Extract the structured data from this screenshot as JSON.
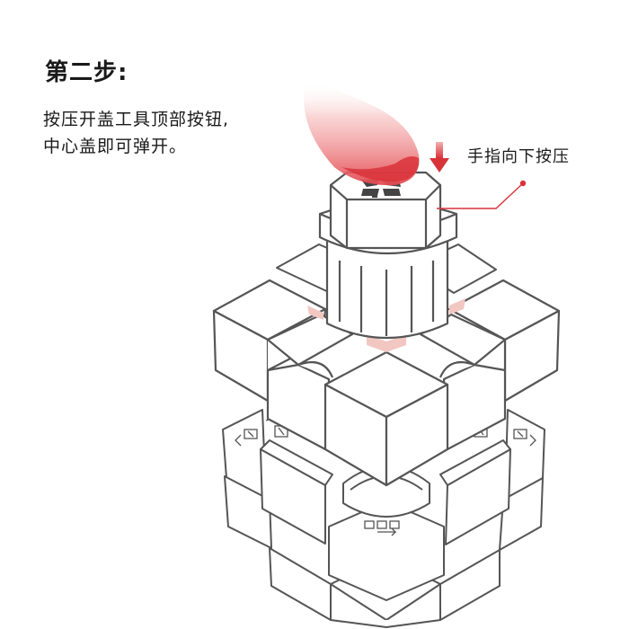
{
  "step": {
    "title": "第二步:",
    "instruction_lines": [
      "按压开盖工具顶部按钮,",
      "中心盖即可弹开。"
    ]
  },
  "callout": {
    "label": "手指向下按压"
  },
  "colors": {
    "accent": "#d9333a",
    "finger_red": "#e8545a",
    "finger_light": "#fbe3e3",
    "outline": "#555555",
    "cube_face": "#ffffff",
    "core_pink": "#f2c7c2"
  },
  "icons": {
    "arrow": "down-arrow-icon",
    "logo": "gan-logo-icon"
  }
}
